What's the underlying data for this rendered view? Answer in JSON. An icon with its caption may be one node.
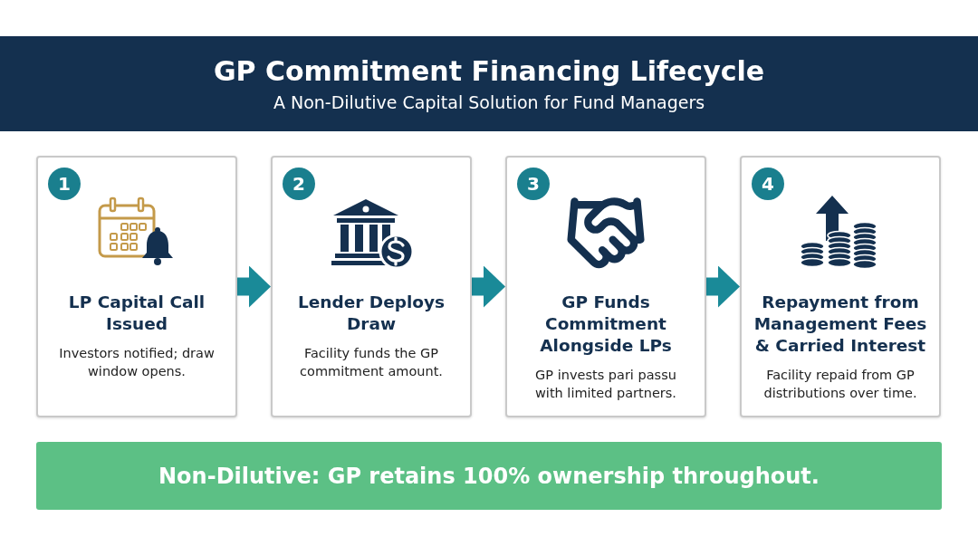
{
  "diagram": {
    "title": "GP Commitment Financing Lifecycle",
    "caption": "A Non-Dilutive Capital Solution for Fund Managers",
    "nodes": [
      {
        "text": [
          "1",
          "LP Capital Call Issued",
          "Investors notified; draw window opens."
        ]
      },
      {
        "text": [
          "2",
          "Lender Deploys Draw",
          "Facility funds the GP commitment amount."
        ]
      },
      {
        "text": [
          "3",
          "GP Funds Commitment Alongside LPs",
          "GP invests pari passu with limited partners."
        ]
      },
      {
        "text": [
          "4",
          "Repayment from Management Fees & Carried Interest",
          "Facility repaid from GP distributions over time."
        ]
      },
      {
        "text": [
          "Non-Dilutive: GP retains 100% ownership throughout."
        ]
      }
    ],
    "edges": [
      {
        "from": 0,
        "to": 1,
        "arrow": "to"
      },
      {
        "from": 1,
        "to": 2,
        "arrow": "to"
      },
      {
        "from": 2,
        "to": 3,
        "arrow": "to"
      }
    ]
  }
}
